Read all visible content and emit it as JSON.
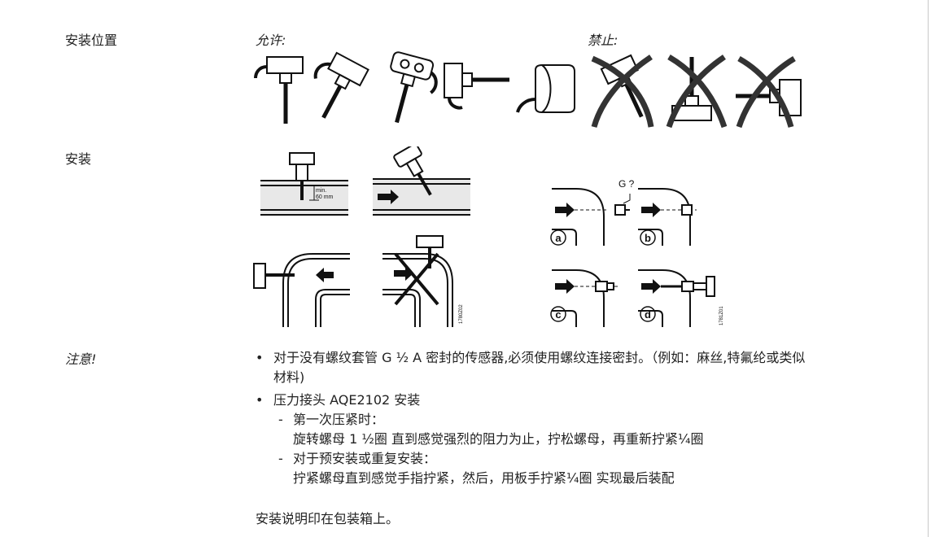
{
  "sections": {
    "position_label": "安装位置",
    "install_label": "安装",
    "note_label": "注意!"
  },
  "position": {
    "allowed_label": "允许:",
    "forbidden_label": "禁止:"
  },
  "install": {
    "min_label": "min.",
    "min_value": "60 mm",
    "thread_question": "G ?",
    "step_labels": [
      "a",
      "b",
      "c",
      "d"
    ],
    "figure_code_1": "1780Z02",
    "figure_code_2": "1781Z01"
  },
  "notes": {
    "bullet1": "对于没有螺纹套管 G ½ A 密封的传感器,必须使用螺纹连接密封。（例如：麻丝,特氟纶或类似材料)",
    "bullet2_title": "压力接头 AQE2102 安装",
    "sub1_title": "第一次压紧时：",
    "sub1_detail": "旋转螺母 1 ½圈 直到感觉强烈的阻力为止，拧松螺母，再重新拧紧¼圈",
    "sub2_title": "对于预安装或重复安装：",
    "sub2_detail": "拧紧螺母直到感觉手指拧紧，然后，用板手拧紧¼圈 实现最后装配",
    "closing": "安装说明印在包装箱上。"
  },
  "colors": {
    "ink": "#111111",
    "pipe_fill": "#e8e8e8",
    "forbid_cross": "#333333"
  }
}
